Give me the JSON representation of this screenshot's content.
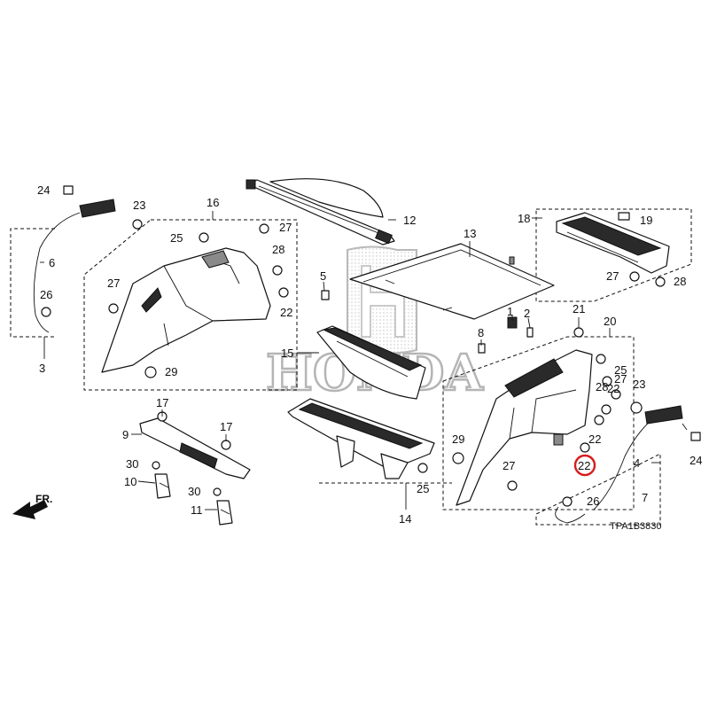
{
  "diagram": {
    "diagram_code": "TPA1B3830",
    "direction_label": "FR.",
    "watermark_text": "HONDA",
    "highlight_color": "#d61c1c",
    "highlighted_callout": "22"
  },
  "callouts": [
    {
      "id": "c1",
      "text": "1"
    },
    {
      "id": "c2",
      "text": "2"
    },
    {
      "id": "c3",
      "text": "3"
    },
    {
      "id": "c4",
      "text": "4"
    },
    {
      "id": "c5",
      "text": "5"
    },
    {
      "id": "c6",
      "text": "6"
    },
    {
      "id": "c7",
      "text": "7"
    },
    {
      "id": "c8",
      "text": "8"
    },
    {
      "id": "c9",
      "text": "9"
    },
    {
      "id": "c10",
      "text": "10"
    },
    {
      "id": "c11",
      "text": "11"
    },
    {
      "id": "c12",
      "text": "12"
    },
    {
      "id": "c13",
      "text": "13"
    },
    {
      "id": "c14",
      "text": "14"
    },
    {
      "id": "c15",
      "text": "15"
    },
    {
      "id": "c16",
      "text": "16"
    },
    {
      "id": "c17a",
      "text": "17"
    },
    {
      "id": "c17b",
      "text": "17"
    },
    {
      "id": "c18",
      "text": "18"
    },
    {
      "id": "c19",
      "text": "19"
    },
    {
      "id": "c20",
      "text": "20"
    },
    {
      "id": "c21",
      "text": "21"
    },
    {
      "id": "c22a",
      "text": "22"
    },
    {
      "id": "c22b",
      "text": "22"
    },
    {
      "id": "c22c",
      "text": "22"
    },
    {
      "id": "c22d",
      "text": "22"
    },
    {
      "id": "c23a",
      "text": "23"
    },
    {
      "id": "c23b",
      "text": "23"
    },
    {
      "id": "c24a",
      "text": "24"
    },
    {
      "id": "c24b",
      "text": "24"
    },
    {
      "id": "c25a",
      "text": "25"
    },
    {
      "id": "c25b",
      "text": "25"
    },
    {
      "id": "c25c",
      "text": "25"
    },
    {
      "id": "c26a",
      "text": "26"
    },
    {
      "id": "c26b",
      "text": "26"
    },
    {
      "id": "c27a",
      "text": "27"
    },
    {
      "id": "c27b",
      "text": "27"
    },
    {
      "id": "c27c",
      "text": "27"
    },
    {
      "id": "c27d",
      "text": "27"
    },
    {
      "id": "c27e",
      "text": "27"
    },
    {
      "id": "c28a",
      "text": "28"
    },
    {
      "id": "c28b",
      "text": "28"
    },
    {
      "id": "c28c",
      "text": "28"
    },
    {
      "id": "c29a",
      "text": "29"
    },
    {
      "id": "c29b",
      "text": "29"
    },
    {
      "id": "c30a",
      "text": "30"
    },
    {
      "id": "c30b",
      "text": "30"
    }
  ]
}
